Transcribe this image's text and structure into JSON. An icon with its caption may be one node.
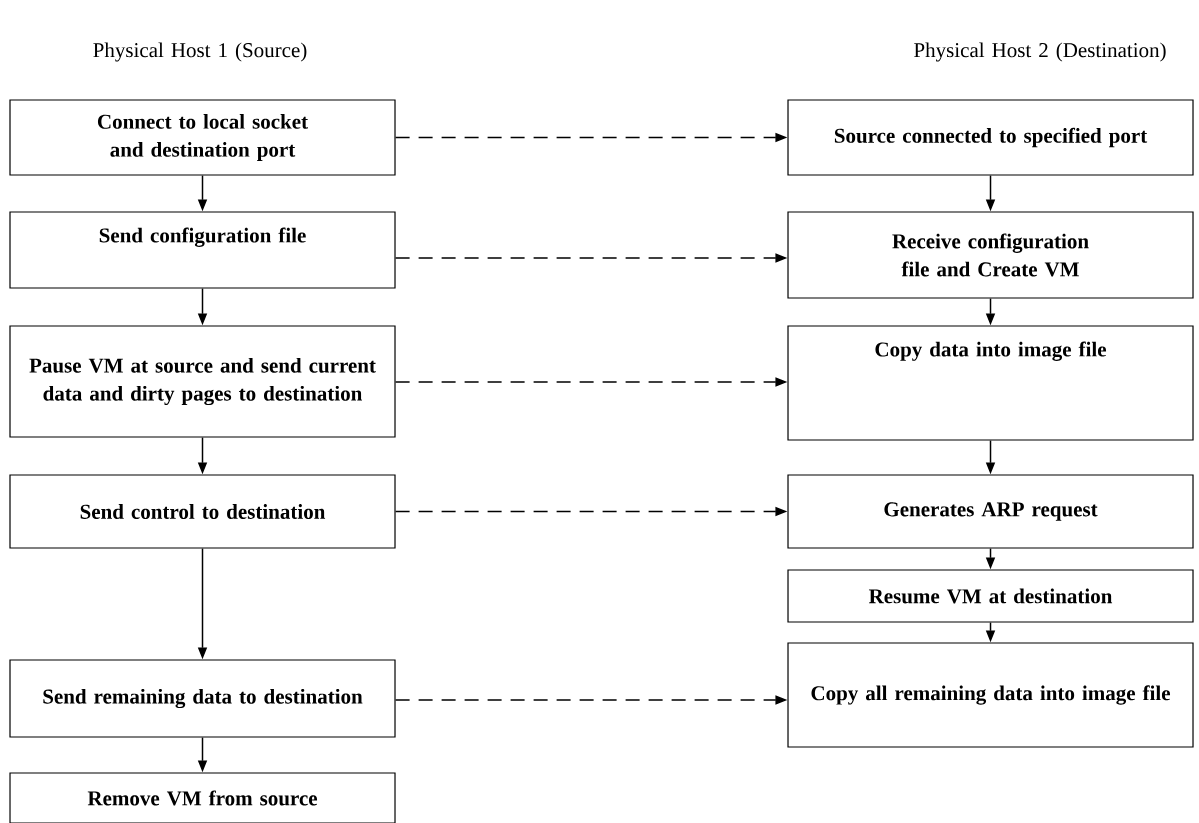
{
  "diagram": {
    "nodes": [
      {
        "text": [
          "Connect to local socket and destination port"
        ]
      },
      {
        "text": [
          "Send  configuration file"
        ]
      },
      {
        "text": [
          "Pause VM at source and send current data and dirty pages to destination"
        ]
      },
      {
        "text": [
          "Send control to destination"
        ]
      },
      {
        "text": [
          "Send remaining data to destination"
        ]
      },
      {
        "text": [
          "Remove VM from source"
        ]
      },
      {
        "text": [
          "Source connected to specified port"
        ]
      },
      {
        "text": [
          "Receive  configuration file and Create VM"
        ]
      },
      {
        "text": [
          "Copy data into image file"
        ]
      },
      {
        "text": [
          "Generates ARP request"
        ]
      },
      {
        "text": [
          "Resume VM at destination"
        ]
      },
      {
        "text": [
          "Copy all remaining data into image file"
        ]
      }
    ],
    "edges": [
      {
        "from": 0,
        "to": 1,
        "arrow": "to"
      },
      {
        "from": 1,
        "to": 2,
        "arrow": "to"
      },
      {
        "from": 2,
        "to": 3,
        "arrow": "to"
      },
      {
        "from": 3,
        "to": 4,
        "arrow": "to"
      },
      {
        "from": 4,
        "to": 5,
        "arrow": "to"
      },
      {
        "from": 6,
        "to": 7,
        "arrow": "to"
      },
      {
        "from": 7,
        "to": 8,
        "arrow": "to"
      },
      {
        "from": 8,
        "to": 9,
        "arrow": "to"
      },
      {
        "from": 9,
        "to": 10,
        "arrow": "to"
      },
      {
        "from": 10,
        "to": 11,
        "arrow": "to"
      },
      {
        "from": 0,
        "to": 6,
        "arrow": "to",
        "style": "dashed"
      },
      {
        "from": 1,
        "to": 7,
        "arrow": "to",
        "style": "dashed"
      },
      {
        "from": 2,
        "to": 8,
        "arrow": "to",
        "style": "dashed"
      },
      {
        "from": 3,
        "to": 9,
        "arrow": "to",
        "style": "dashed"
      },
      {
        "from": 4,
        "to": 11,
        "arrow": "to",
        "style": "dashed"
      }
    ],
    "labels": [
      "Physical Host 1 (Source)",
      "Physical Host 2 (Destination)"
    ]
  }
}
